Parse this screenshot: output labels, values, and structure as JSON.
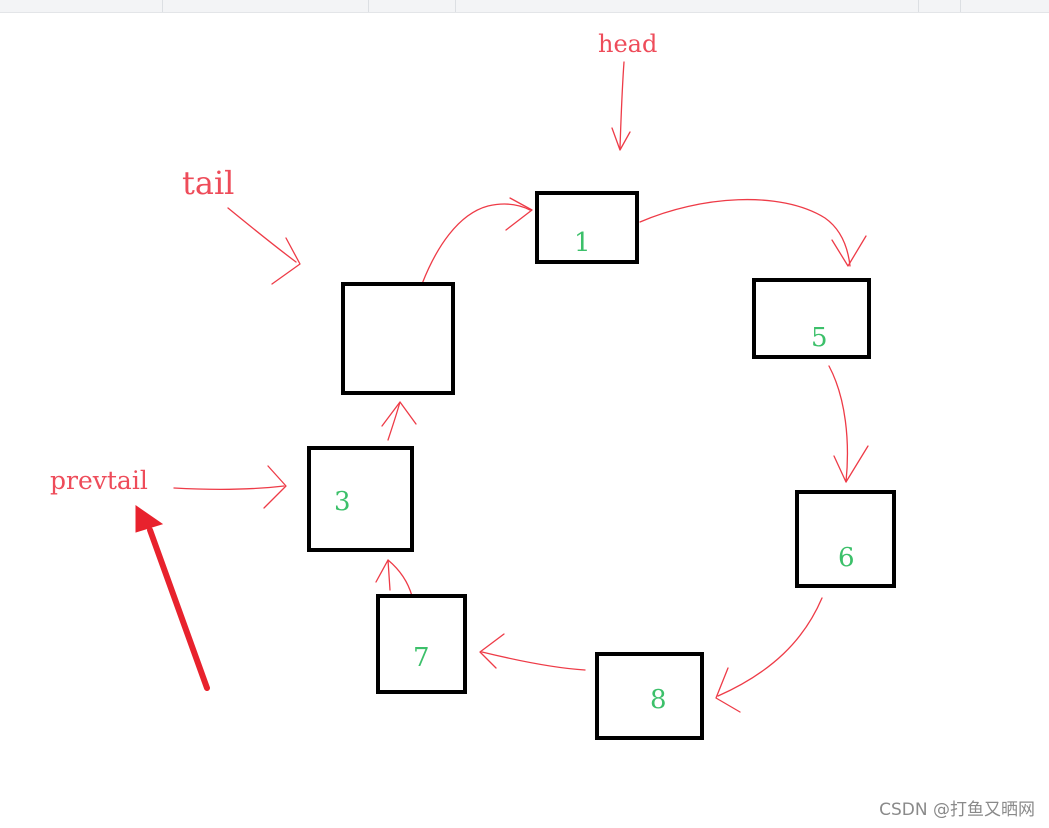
{
  "nodes": [
    {
      "id": "n1",
      "label": "1"
    },
    {
      "id": "n5",
      "label": "5"
    },
    {
      "id": "n6",
      "label": "6"
    },
    {
      "id": "n8",
      "label": "8"
    },
    {
      "id": "n7",
      "label": "7"
    },
    {
      "id": "n3",
      "label": "3"
    },
    {
      "id": "n_new",
      "label": ""
    }
  ],
  "pointers": {
    "head": "head",
    "tail": "tail",
    "prevtail": "prevtail"
  },
  "watermark": "CSDN @打鱼又晒网",
  "colors": {
    "node_border": "#000000",
    "node_label": "#3cc06a",
    "pointer_text": "#ee4c5a",
    "arrow": "#ee3b47",
    "highlight_arrow": "#e8222d"
  }
}
